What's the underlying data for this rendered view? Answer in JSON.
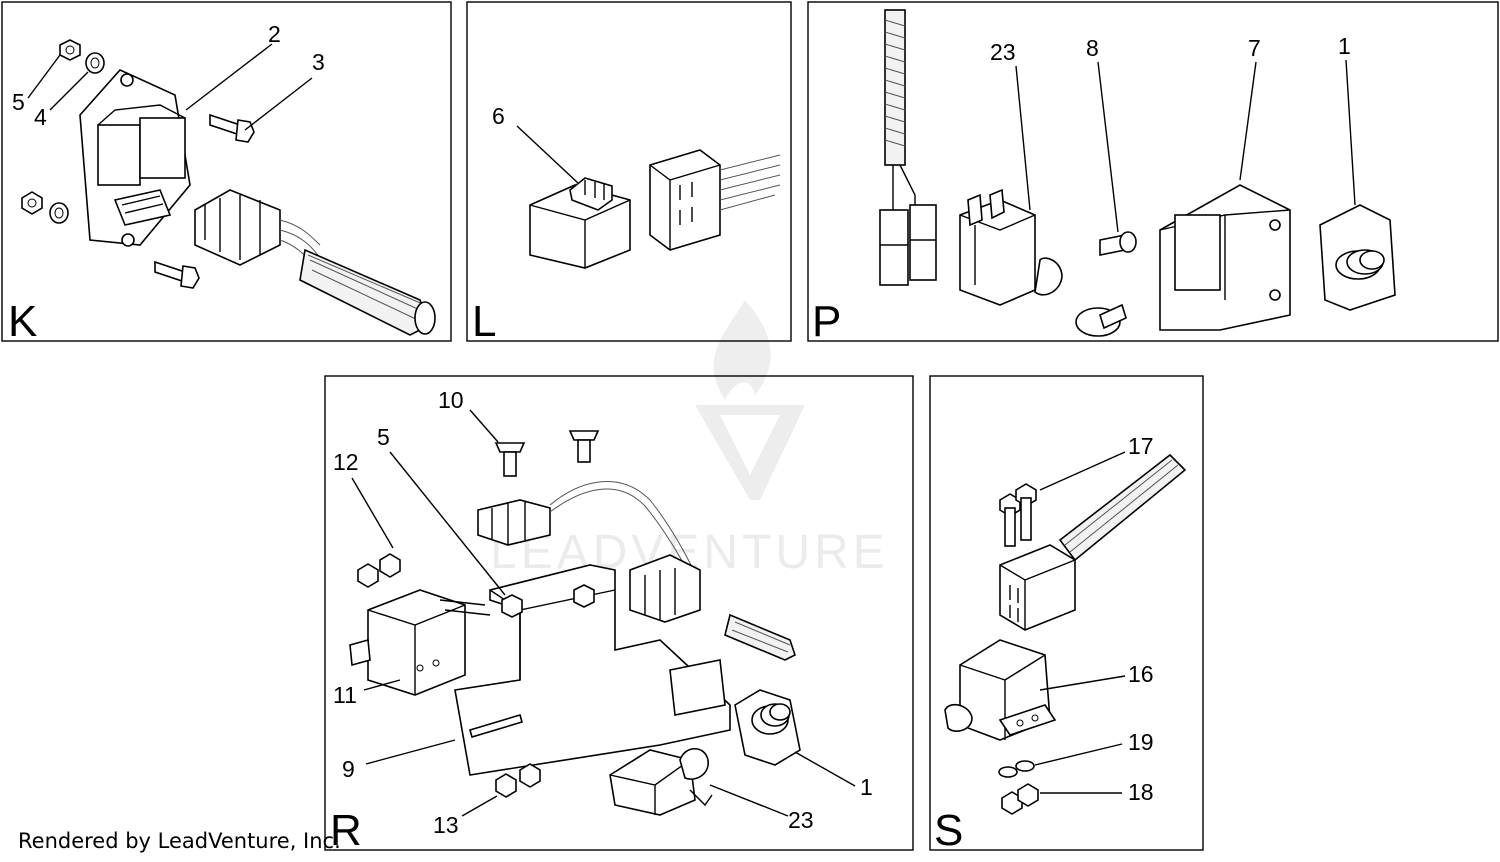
{
  "panels": {
    "K": {
      "letter": "K",
      "callouts": {
        "c5": "5",
        "c4": "4",
        "c2": "2",
        "c3": "3"
      }
    },
    "L": {
      "letter": "L",
      "callouts": {
        "c6": "6"
      }
    },
    "P": {
      "letter": "P",
      "callouts": {
        "c23": "23",
        "c8": "8",
        "c7": "7",
        "c1": "1"
      }
    },
    "R": {
      "letter": "R",
      "callouts": {
        "c10": "10",
        "c5": "5",
        "c12": "12",
        "c11": "11",
        "c9": "9",
        "c13": "13",
        "c23": "23",
        "c1": "1"
      }
    },
    "S": {
      "letter": "S",
      "callouts": {
        "c17": "17",
        "c16": "16",
        "c19": "19",
        "c18": "18"
      }
    }
  },
  "footer": {
    "credit": "Rendered by LeadVenture, Inc."
  },
  "watermark": {
    "text": "LEADVENTURE"
  }
}
